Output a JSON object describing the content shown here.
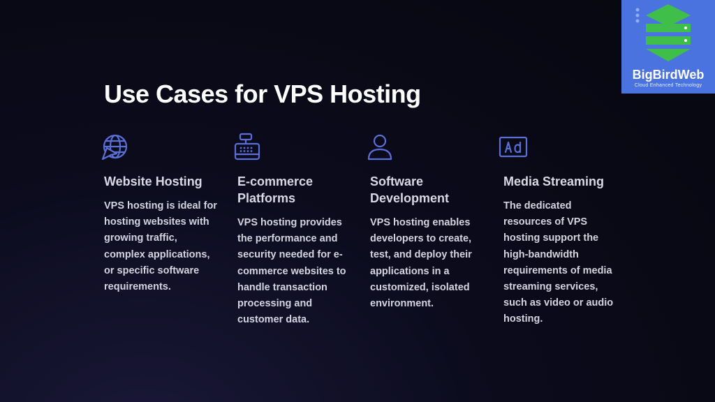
{
  "logo": {
    "name": "BigBirdWeb",
    "tagline": "Cloud Enhanced Technology"
  },
  "title": "Use Cases for VPS Hosting",
  "colors": {
    "accent": "#5b6fd8",
    "logo_bg": "#4a73e0",
    "logo_green": "#3fbf4a"
  },
  "cards": [
    {
      "icon": "globe-cursor-icon",
      "title": "Website Hosting",
      "description": "VPS hosting is ideal for hosting websites with growing traffic, complex applications, or specific software requirements."
    },
    {
      "icon": "cash-register-icon",
      "title": "E-commerce Platforms",
      "description": "VPS hosting provides the performance and security needed for e-commerce websites to handle transaction processing and customer data."
    },
    {
      "icon": "user-icon",
      "title": "Software Development",
      "description": "VPS hosting enables developers to create, test, and deploy their applications in a customized, isolated environment."
    },
    {
      "icon": "ad-icon",
      "title": "Media Streaming",
      "description": "The dedicated resources of VPS hosting support the high-bandwidth requirements of media streaming services, such as video or audio hosting."
    }
  ]
}
